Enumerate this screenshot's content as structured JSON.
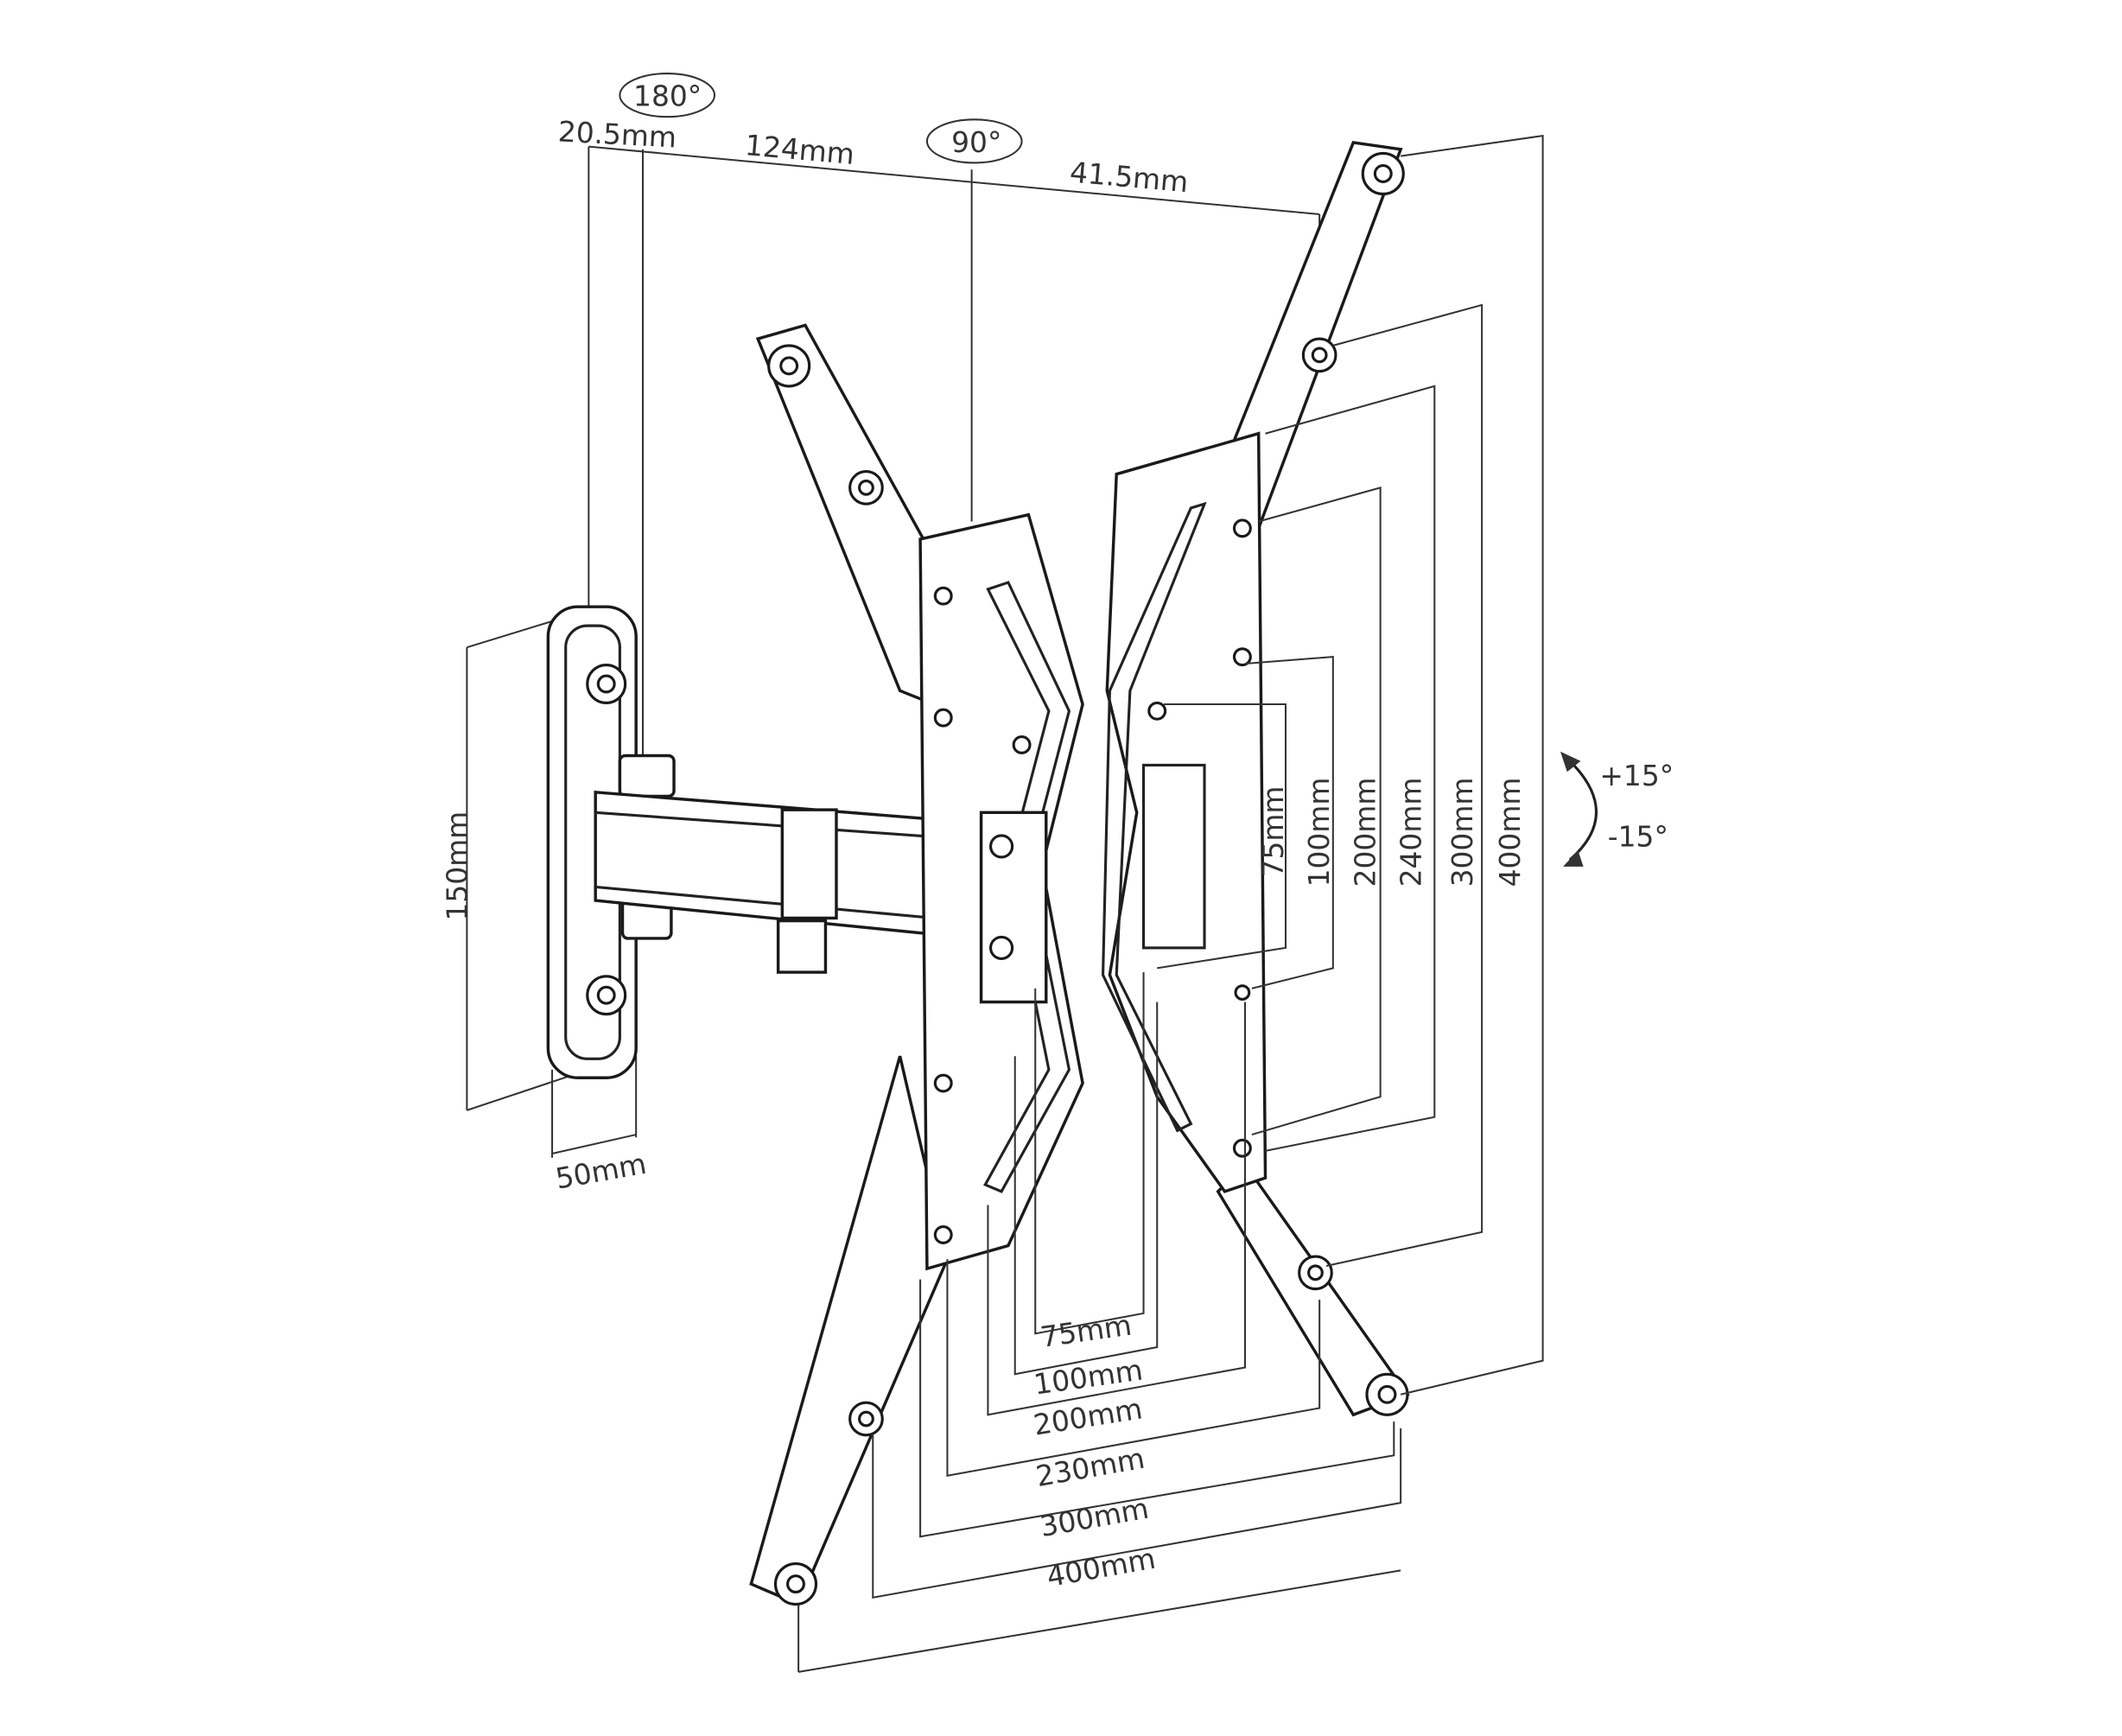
{
  "diagram": {
    "top_dimensions": {
      "rotation_wall": "180°",
      "rotation_arm": "90°",
      "offset_wall": "20.5mm",
      "arm_length": "124mm",
      "plate_offset": "41.5mm"
    },
    "wall_plate": {
      "height": "150mm",
      "width": "50mm"
    },
    "tilt": {
      "up": "+15°",
      "down": "-15°"
    },
    "vesa_vertical": [
      "75mm",
      "100mm",
      "200mm",
      "240mm",
      "300mm",
      "400mm"
    ],
    "vesa_horizontal": [
      "75mm",
      "100mm",
      "200mm",
      "230mm",
      "300mm",
      "400mm"
    ]
  }
}
